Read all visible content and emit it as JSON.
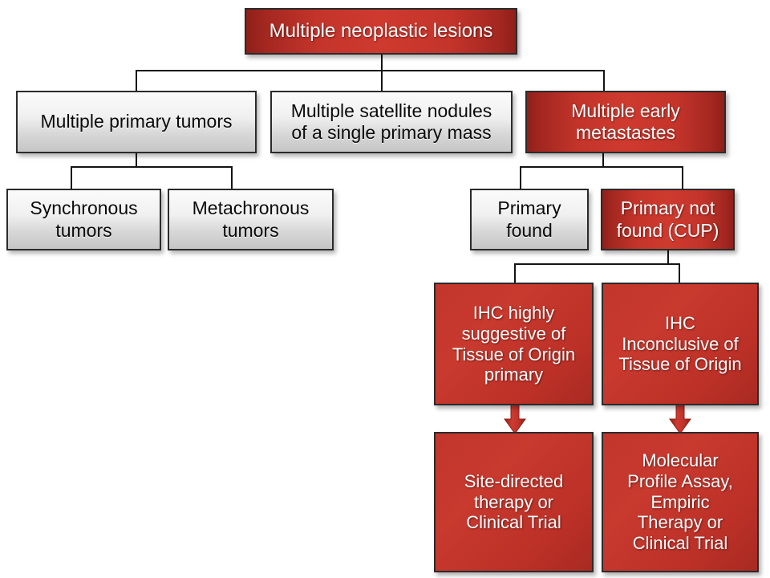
{
  "diagram": {
    "title": "Multiple neoplastic lesions decision flowchart",
    "colors": {
      "red_fill": "#c3342a",
      "red_dark": "#8e2019",
      "gray_fill": "#d6d6d6",
      "border": "#2b2b2b",
      "connector": "#141414",
      "text_light": "#fdfdfd",
      "text_dark": "#0a0a0a",
      "background": "#ffffff"
    },
    "nodes": [
      {
        "id": "root",
        "label": "Multiple neoplastic lesions",
        "style": "red"
      },
      {
        "id": "multiple-primary",
        "label": "Multiple primary tumors",
        "style": "gray"
      },
      {
        "id": "satellite-nodules",
        "label": "Multiple satellite nodules\nof a single  primary mass",
        "style": "gray"
      },
      {
        "id": "early-metastases",
        "label": "Multiple early\nmetastastes",
        "style": "red"
      },
      {
        "id": "synchronous",
        "label": "Synchronous\ntumors",
        "style": "gray"
      },
      {
        "id": "metachronous",
        "label": "Metachronous\ntumors",
        "style": "gray"
      },
      {
        "id": "primary-found",
        "label": "Primary\nfound",
        "style": "gray"
      },
      {
        "id": "primary-not-found",
        "label": "Primary not\nfound (CUP)",
        "style": "red"
      },
      {
        "id": "ihc-suggestive",
        "label": "IHC highly\nsuggestive of\nTissue of Origin\nprimary",
        "style": "red"
      },
      {
        "id": "ihc-inconclusive",
        "label": "IHC\nInconclusive of\nTissue of Origin",
        "style": "red"
      },
      {
        "id": "site-directed",
        "label": "Site-directed\ntherapy or\nClinical Trial",
        "style": "red"
      },
      {
        "id": "molecular-profile",
        "label": "Molecular\nProfile Assay,\nEmpiric\nTherapy or\nClinical Trial",
        "style": "red"
      }
    ],
    "edges": [
      {
        "from": "root",
        "to": "multiple-primary",
        "kind": "elbow"
      },
      {
        "from": "root",
        "to": "satellite-nodules",
        "kind": "straight"
      },
      {
        "from": "root",
        "to": "early-metastases",
        "kind": "elbow"
      },
      {
        "from": "multiple-primary",
        "to": "synchronous",
        "kind": "elbow"
      },
      {
        "from": "multiple-primary",
        "to": "metachronous",
        "kind": "elbow"
      },
      {
        "from": "early-metastases",
        "to": "primary-found",
        "kind": "elbow"
      },
      {
        "from": "early-metastases",
        "to": "primary-not-found",
        "kind": "elbow"
      },
      {
        "from": "primary-not-found",
        "to": "ihc-suggestive",
        "kind": "elbow"
      },
      {
        "from": "primary-not-found",
        "to": "ihc-inconclusive",
        "kind": "elbow"
      },
      {
        "from": "ihc-suggestive",
        "to": "site-directed",
        "kind": "block-arrow"
      },
      {
        "from": "ihc-inconclusive",
        "to": "molecular-profile",
        "kind": "block-arrow"
      }
    ]
  }
}
